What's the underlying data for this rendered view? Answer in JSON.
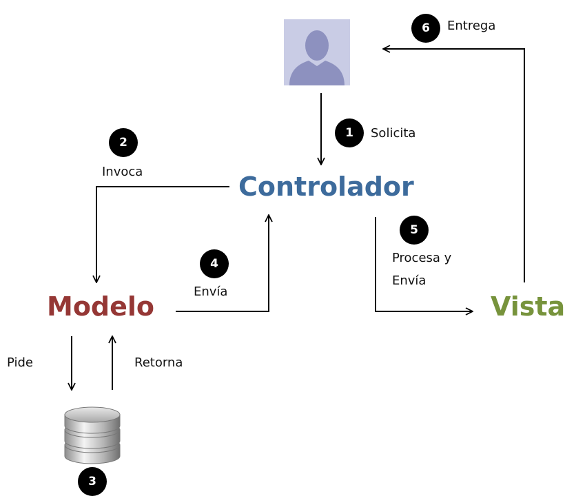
{
  "colors": {
    "controlador": "#3d6b9c",
    "modelo": "#953735",
    "vista": "#77933c",
    "arrows": "#000000",
    "avatar_bg": "#c9cce5",
    "avatar_fg": "#8d91bf"
  },
  "nodes": {
    "controlador": "Controlador",
    "modelo": "Modelo",
    "vista": "Vista"
  },
  "icons": {
    "user": "user-avatar-icon",
    "database": "database-icon"
  },
  "steps": [
    {
      "number": "1",
      "label": "Solicita"
    },
    {
      "number": "2",
      "label": "Invoca"
    },
    {
      "number": "3",
      "label": ""
    },
    {
      "number": "4",
      "label": "Envía"
    },
    {
      "number": "5",
      "label_line1": "Procesa y",
      "label_line2": "Envía"
    },
    {
      "number": "6",
      "label": "Entrega"
    }
  ],
  "db_labels": {
    "pide": "Pide",
    "retorna": "Retorna"
  }
}
